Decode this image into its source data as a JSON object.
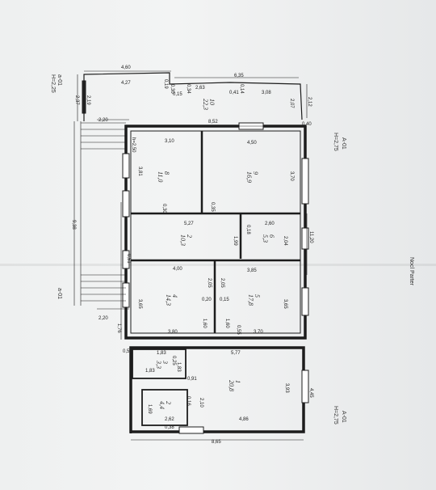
{
  "dims": {
    "top_total": "4,60",
    "top_inner": "4,27",
    "top_019": "0,19",
    "top_030": "0,30",
    "top_015": "0,15",
    "top_034": "0,34",
    "top_263": "2,63",
    "top_635": "6,35",
    "top_014": "0,14",
    "top_041": "0,41",
    "top_308": "3,08",
    "left_237": "2,37",
    "left_219": "2,19",
    "right_207": "2,07",
    "right_212": "2,12",
    "d220_top": "2,20",
    "d852": "8,52",
    "d040": "0,40",
    "d310": "3,10",
    "d450": "4,50",
    "d381": "3,81",
    "d370": "3,70",
    "d030": "0,30",
    "d035": "0,35",
    "d527": "5,27",
    "d260": "2,60",
    "d018": "0,18",
    "d199": "1,99",
    "d204": "2,04",
    "d1120": "11,20",
    "d938": "9,38",
    "d051": "0,51",
    "d400": "4,00",
    "d385": "3,85",
    "d205a": "2,05",
    "d205b": "2,05",
    "d020": "0,20",
    "d015": "0,15",
    "d365a": "3,65",
    "d365b": "3,65",
    "d160a": "1,60",
    "d160b": "1,60",
    "d380": "3,80",
    "d370b": "3,70",
    "d220_bot": "2,20",
    "d176": "1,76",
    "d055": "0,55",
    "d050": "0,50",
    "d577": "5,77",
    "d183a": "1,83",
    "d183b": "1,83",
    "d025": "0,25",
    "d183c": "1,83",
    "d091": "0,91",
    "d393": "3,93",
    "d445": "4,45",
    "d016": "0,16",
    "d210": "2,10",
    "d169": "1,69",
    "d262": "2,62",
    "d486": "4,86",
    "d865": "8,65",
    "d038": "0,38",
    "height_left": "h=2,50"
  },
  "rooms": [
    {
      "num": "8",
      "area": "11,0"
    },
    {
      "num": "9",
      "area": "16,9"
    },
    {
      "num": "10",
      "area": "22,3"
    },
    {
      "num": "2",
      "area": "10,3"
    },
    {
      "num": "6",
      "area": "5,3"
    },
    {
      "num": "4",
      "area": "14,3"
    },
    {
      "num": "5",
      "area": "17,8"
    },
    {
      "num": "3",
      "area": "3,3"
    },
    {
      "num": "1",
      "area": "20,8"
    },
    {
      "num": "2",
      "area": "4,4"
    }
  ],
  "sections": {
    "a01_top": "a-01",
    "h225_top": "H=2,25",
    "a01_mid": "a-01",
    "A01_right": "A-01",
    "H275_right": "H=2,75",
    "A01_bot": "A-01",
    "H275_bot": "H=2,75"
  },
  "note": "Nocl Parter"
}
